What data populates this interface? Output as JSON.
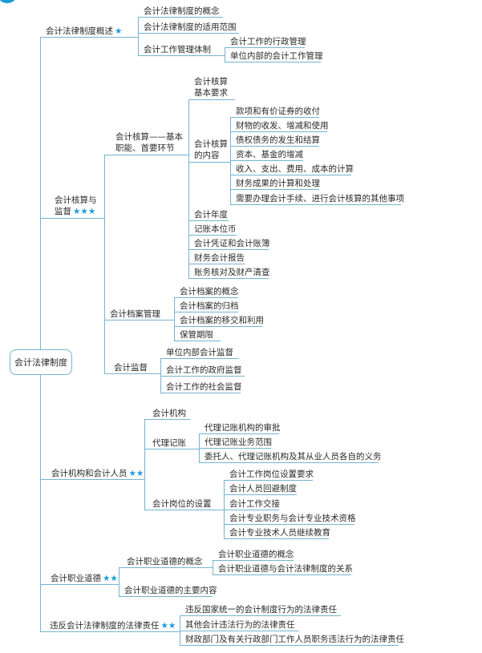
{
  "root": "会计法律制度",
  "b1": {
    "label": "会计法律制度概述",
    "stars": "★",
    "children": [
      "会计法律制度的概念",
      "会计法律制度的适用范围",
      "会计工作管理体制"
    ],
    "sub": [
      "会计工作的行政管理",
      "单位内部的会计工作管理"
    ]
  },
  "b2": {
    "label": "会计核算与监督",
    "stars": "★★★",
    "c1": {
      "label": "会计核算——基本职能、首要环节",
      "req": "会计核算基本要求",
      "content": {
        "label": "会计核算的内容",
        "items": [
          "款项和有价证券的收付",
          "财物的收发、增减和使用",
          "债权债务的发生和结算",
          "资本、基金的增减",
          "收入、支出、费用、成本的计算",
          "财务成果的计算和处理",
          "需要办理会计手续、进行会计核算的其他事项"
        ]
      },
      "others": [
        "会计年度",
        "记账本位币",
        "会计凭证和会计账簿",
        "财务会计报告",
        "账务核对及财产清查"
      ]
    },
    "c2": {
      "label": "会计档案管理",
      "items": [
        "会计档案的概念",
        "会计档案的归档",
        "会计档案的移交和利用",
        "保管期限"
      ]
    },
    "c3": {
      "label": "会计监督",
      "items": [
        "单位内部会计监督",
        "会计工作的政府监督",
        "会计工作的社会监督"
      ]
    }
  },
  "b3": {
    "label": "会计机构和会计人员",
    "stars": "★★",
    "c1": "会计机构",
    "c2": {
      "label": "代理记账",
      "items": [
        "代理记账机构的审批",
        "代理记账业务范围",
        "委托人、代理记账机构及其从业人员各自的义务"
      ]
    },
    "c3": {
      "label": "会计岗位的设置",
      "items": [
        "会计工作岗位设置要求",
        "会计人员回避制度",
        "会计工作交接",
        "会计专业职务与会计专业技术资格",
        "会计专业技术人员继续教育"
      ]
    }
  },
  "b4": {
    "label": "会计职业道德",
    "stars": "★★",
    "c1": {
      "label": "会计职业道德的概念",
      "items": [
        "会计职业道德的概念",
        "会计职业道德与会计法律制度的关系"
      ]
    },
    "c2": "会计职业道德的主要内容"
  },
  "b5": {
    "label": "违反会计法律制度的法律责任",
    "stars": "★★",
    "items": [
      "违反国家统一的会计制度行为的法律责任",
      "其他会计违法行为的法律责任",
      "财政部门及有关行政部门工作人员职务违法行为的法律责任"
    ]
  }
}
